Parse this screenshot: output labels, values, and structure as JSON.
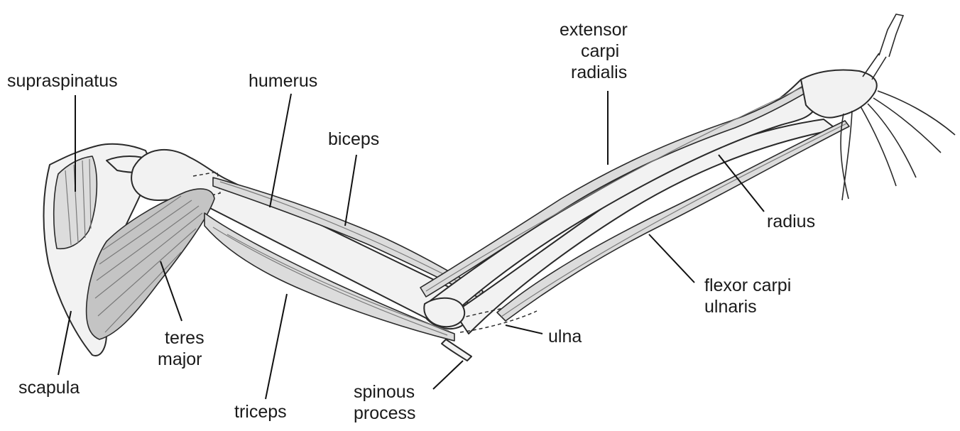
{
  "labels": {
    "supraspinatus": "supraspinatus",
    "humerus": "humerus",
    "biceps": "biceps",
    "extensor_1": "extensor",
    "extensor_2": "carpi",
    "extensor_3": "radialis",
    "radius": "radius",
    "flexor_1": "flexor carpi",
    "flexor_2": "ulnaris",
    "ulna": "ulna",
    "teres_1": "teres",
    "teres_2": "major",
    "scapula": "scapula",
    "triceps": "triceps",
    "spinous_1": "spinous",
    "spinous_2": "process"
  }
}
